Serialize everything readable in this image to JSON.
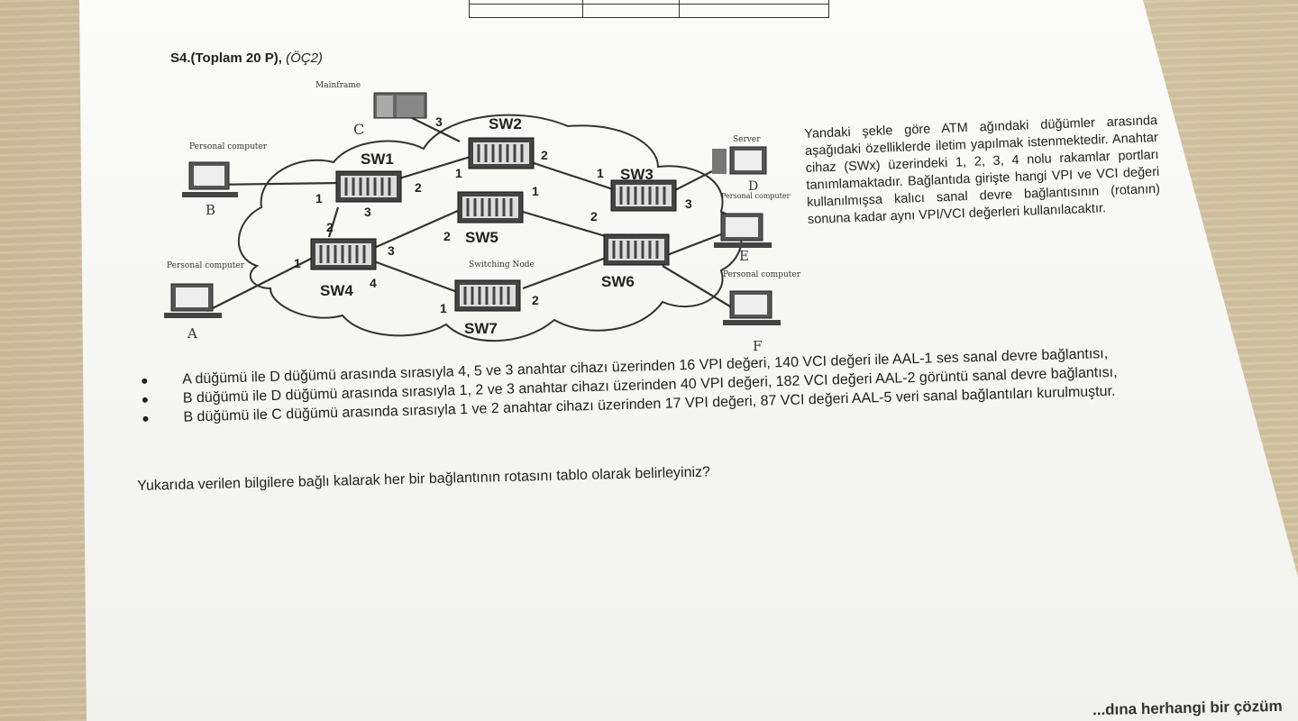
{
  "header": {
    "title_main": "S4.(Toplam 20 P),",
    "title_sub": "(ÖÇ2)"
  },
  "diagram": {
    "nodes": {
      "mainframe": "Mainframe",
      "c": "C",
      "b_caption": "Personal computer",
      "b": "B",
      "a_caption": "Personal computer",
      "a": "A",
      "server": "Server",
      "d": "D",
      "d_caption": "Personal computer",
      "e": "E",
      "f_caption": "Personal computer",
      "f": "F",
      "switching_node": "Switching Node"
    },
    "switches": [
      "SW1",
      "SW2",
      "SW3",
      "SW4",
      "SW5",
      "SW6",
      "SW7"
    ],
    "ports": [
      "1",
      "2",
      "3",
      "4"
    ]
  },
  "side_text": "Yandaki şekle göre ATM ağındaki düğümler arasında aşağıdaki özelliklerde iletim yapılmak istenmektedir. Anahtar cihaz (SWx) üzerindeki 1, 2, 3, 4 nolu rakamlar portları tanımlamaktadır. Bağlantıda girişte hangi VPI ve VCI değeri kullanılmışsa kalıcı sanal devre bağlantısının (rotanın) sonuna kadar aynı VPI/VCI değerleri kullanılacaktır.",
  "bullets": [
    "A düğümü ile D düğümü arasında sırasıyla 4, 5 ve 3 anahtar cihazı üzerinden 16 VPI değeri, 140 VCI değeri ile AAL-1 ses sanal devre bağlantısı,",
    "B düğümü ile D düğümü arasında sırasıyla 1, 2 ve 3 anahtar cihazı üzerinden 40 VPI değeri, 182 VCI değeri AAL-2 görüntü sanal devre bağlantısı,",
    "B düğümü ile C düğümü arasında sırasıyla 1 ve 2 anahtar cihazı üzerinden 17 VPI değeri, 87 VCI değeri AAL-5 veri sanal bağlantıları kurulmuştur."
  ],
  "question": "Yukarıda verilen bilgilere bağlı kalarak her bir bağlantının rotasını tablo olarak belirleyiniz?",
  "footer_fragment": "...dına herhangi bir çözüm"
}
